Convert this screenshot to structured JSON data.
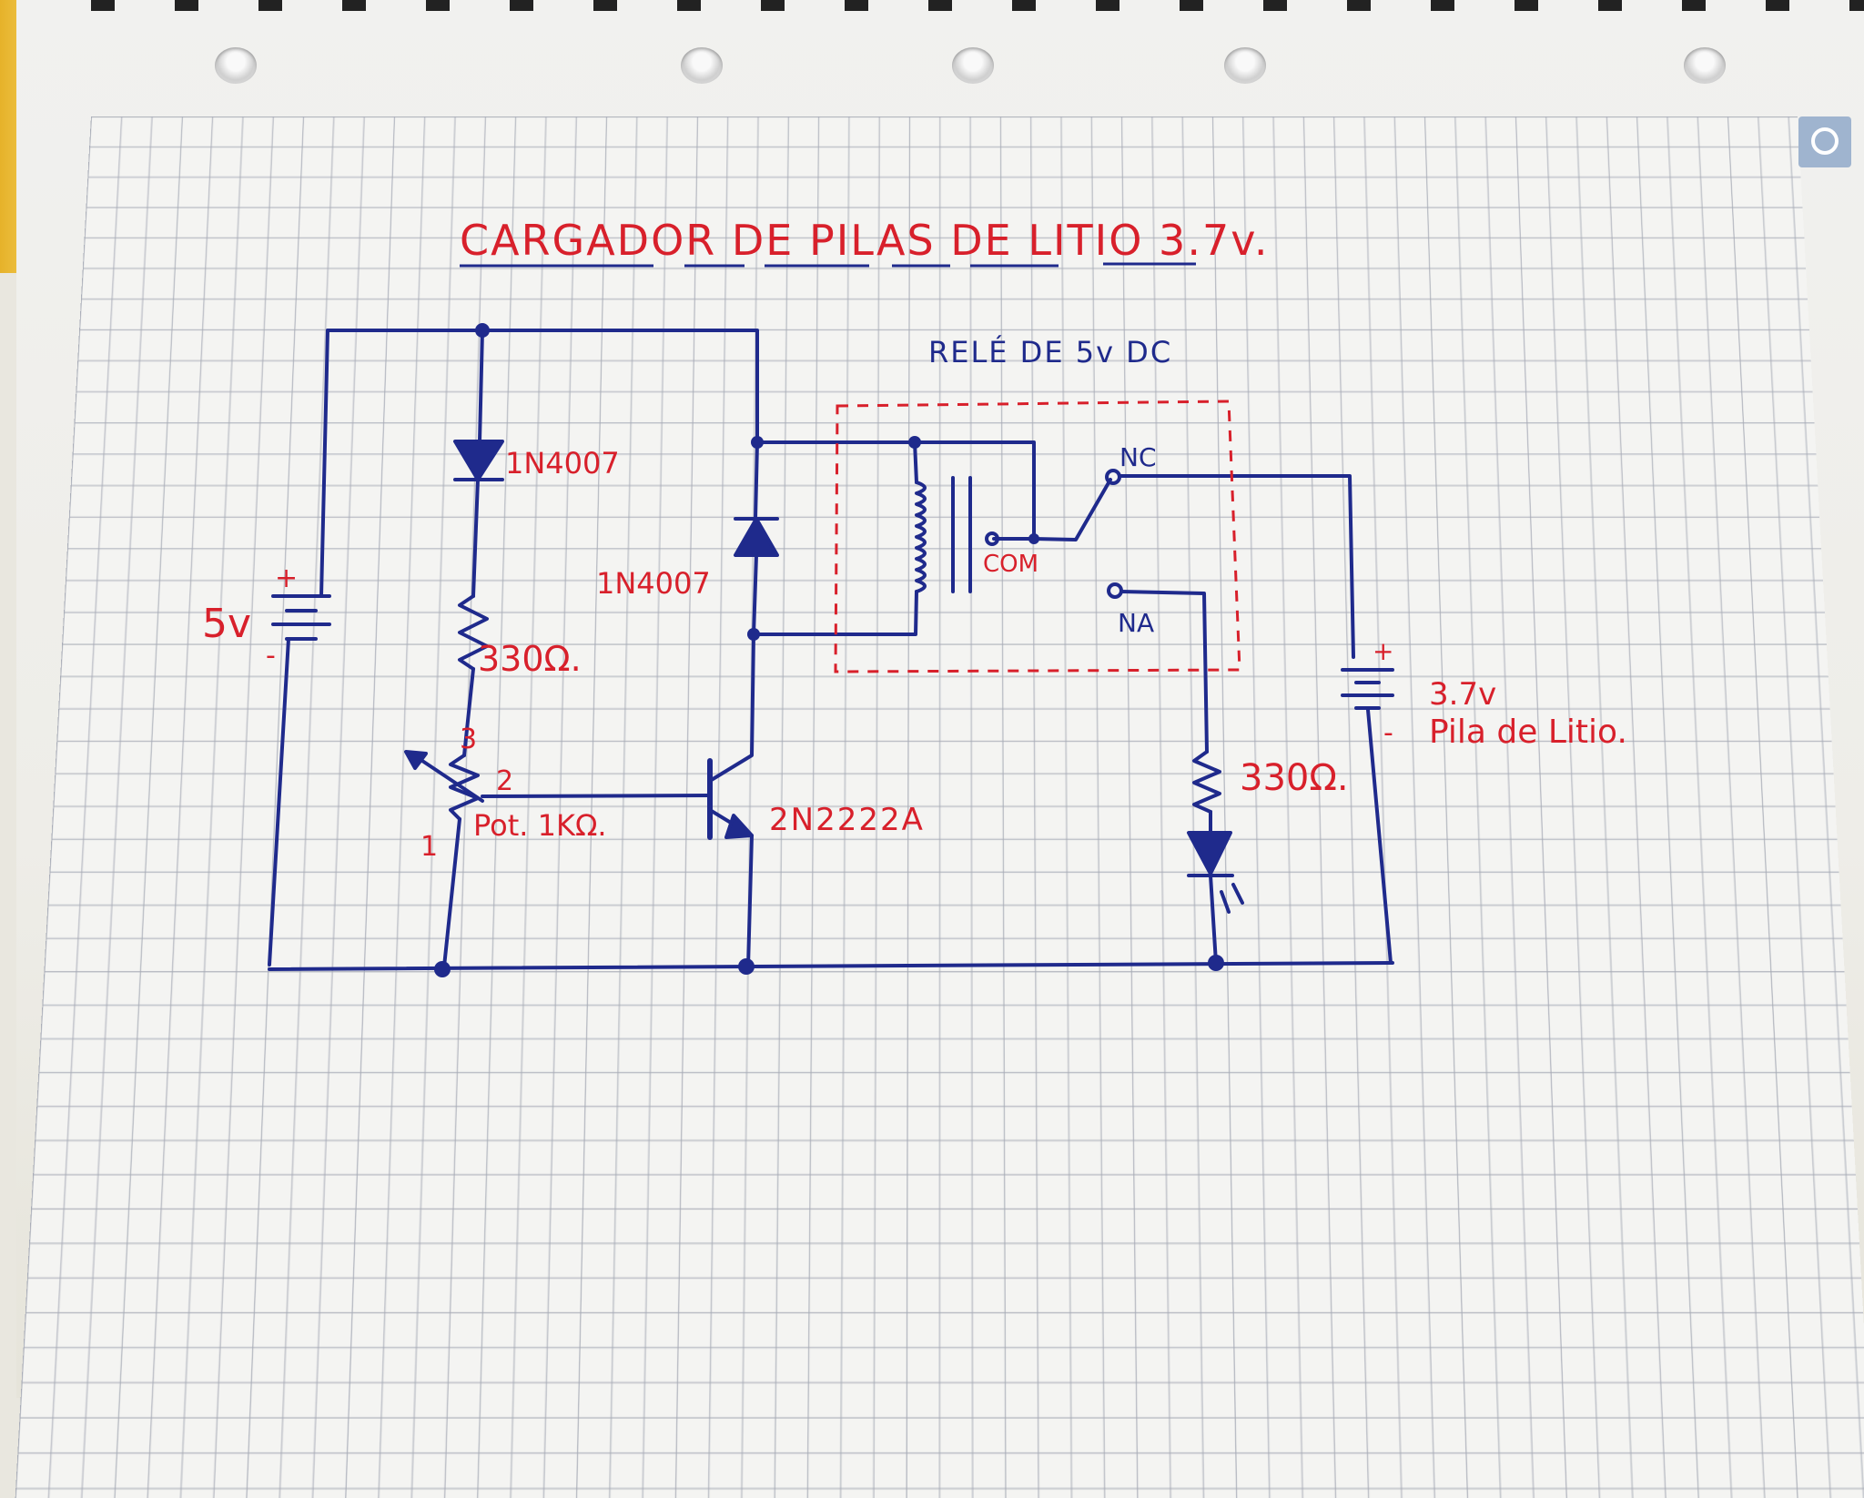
{
  "title": "CARGADOR DE PILAS DE LITIO 3.7v.",
  "relay": {
    "label": "RELÉ DE 5v DC",
    "nc": "NC",
    "com": "COM",
    "na": "NA"
  },
  "supply": {
    "voltage": "5v",
    "plus": "+",
    "minus": "-"
  },
  "battery": {
    "voltage": "3.7v",
    "name": "Pila de Litio.",
    "plus": "+",
    "minus": "-"
  },
  "components": {
    "diode1": "1N4007",
    "diode2": "1N4007",
    "resistor1": "330Ω.",
    "resistor2": "330Ω.",
    "pot": "Pot. 1KΩ.",
    "transistor": "2N2222A",
    "pin1": "1",
    "pin2": "2",
    "pin3": "3"
  },
  "colors": {
    "ink_blue": "#1f2a8c",
    "ink_red": "#d8202b",
    "paper": "#f1f1ef",
    "grid": "#a7abb6"
  }
}
